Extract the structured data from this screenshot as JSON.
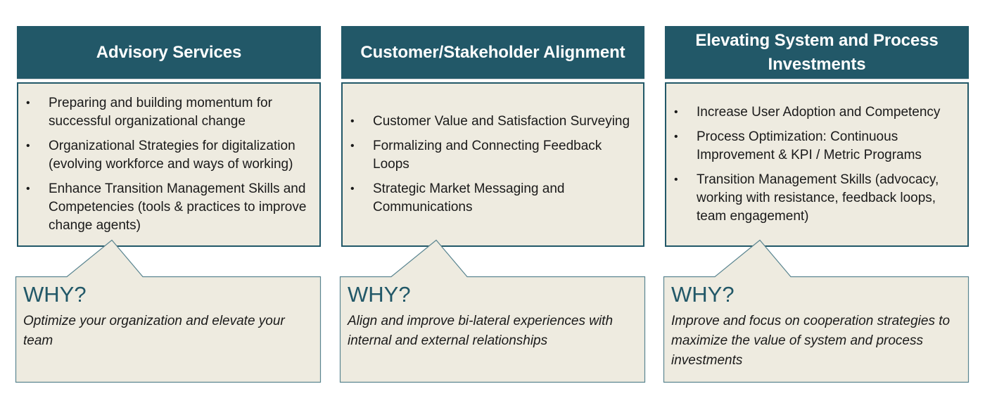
{
  "colors": {
    "header_bg": "#225868",
    "box_bg": "#eeebe0",
    "border": "#225868",
    "callout_border": "#5a8590",
    "why_title": "#225868"
  },
  "columns": [
    {
      "title": "Advisory Services",
      "bullets": [
        "Preparing and building momentum for successful organizational change",
        "Organizational Strategies for digitalization (evolving workforce and ways of working)",
        "Enhance Transition Management Skills and Competencies (tools & practices to improve change agents)"
      ],
      "why_title": "WHY?",
      "why_text": "Optimize your organization and elevate your team"
    },
    {
      "title": "Customer/Stakeholder Alignment",
      "bullets": [
        "Customer Value and Satisfaction Surveying",
        "Formalizing and Connecting Feedback Loops",
        "Strategic Market Messaging and Communications"
      ],
      "why_title": "WHY?",
      "why_text": "Align and improve bi-lateral experiences with internal and external relationships"
    },
    {
      "title": "Elevating System and Process Investments",
      "bullets": [
        "Increase User Adoption and Competency",
        "Process Optimization: Continuous Improvement & KPI / Metric Programs",
        "Transition Management Skills (advocacy, working with resistance, feedback loops, team engagement)"
      ],
      "why_title": "WHY?",
      "why_text": "Improve and focus on cooperation strategies to maximize the value of system and process investments"
    }
  ],
  "bullet_glyph": "•"
}
